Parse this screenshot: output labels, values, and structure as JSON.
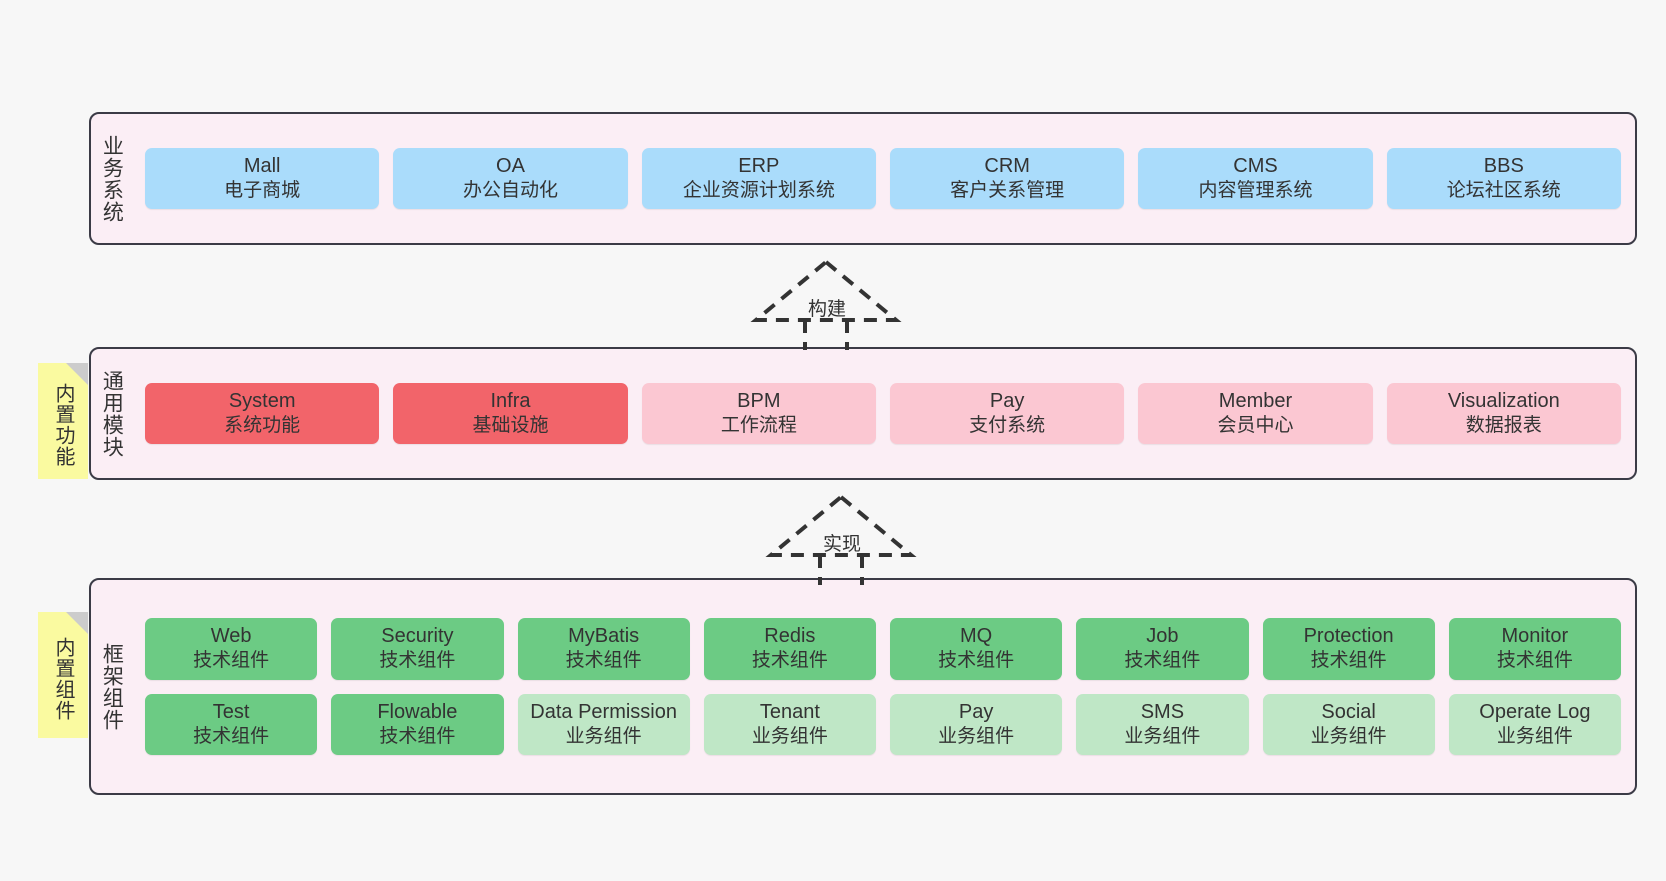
{
  "diagram": {
    "background": "#f7f7f7",
    "layer_fill": "#fbeef5",
    "layer_border": "#3b3b46",
    "note_fill": "#fafaa0"
  },
  "layers": [
    {
      "id": "business",
      "title": "业务系统",
      "note": null,
      "rows": [
        {
          "cards": [
            {
              "en": "Mall",
              "cn": "电子商城",
              "color": "#aadcfb",
              "style": "blue"
            },
            {
              "en": "OA",
              "cn": "办公自动化",
              "color": "#aadcfb",
              "style": "blue"
            },
            {
              "en": "ERP",
              "cn": "企业资源计划系统",
              "color": "#aadcfb",
              "style": "blue"
            },
            {
              "en": "CRM",
              "cn": "客户关系管理",
              "color": "#aadcfb",
              "style": "blue"
            },
            {
              "en": "CMS",
              "cn": "内容管理系统",
              "color": "#aadcfb",
              "style": "blue"
            },
            {
              "en": "BBS",
              "cn": "论坛社区系统",
              "color": "#aadcfb",
              "style": "blue"
            }
          ]
        }
      ]
    },
    {
      "id": "common-modules",
      "title": "通用模块",
      "note": "内置功能",
      "rows": [
        {
          "cards": [
            {
              "en": "System",
              "cn": "系统功能",
              "color": "#f2646a",
              "style": "red"
            },
            {
              "en": "Infra",
              "cn": "基础设施",
              "color": "#f2646a",
              "style": "red"
            },
            {
              "en": "BPM",
              "cn": "工作流程",
              "color": "#fbc7d2",
              "style": "pink"
            },
            {
              "en": "Pay",
              "cn": "支付系统",
              "color": "#fbc7d2",
              "style": "pink"
            },
            {
              "en": "Member",
              "cn": "会员中心",
              "color": "#fbc7d2",
              "style": "pink"
            },
            {
              "en": "Visualization",
              "cn": "数据报表",
              "color": "#fbc7d2",
              "style": "pink"
            }
          ]
        }
      ]
    },
    {
      "id": "framework-components",
      "title": "框架组件",
      "note": "内置组件",
      "rows": [
        {
          "cards": [
            {
              "en": "Web",
              "cn": "技术组件",
              "color": "#6ccb84",
              "style": "green"
            },
            {
              "en": "Security",
              "cn": "技术组件",
              "color": "#6ccb84",
              "style": "green"
            },
            {
              "en": "MyBatis",
              "cn": "技术组件",
              "color": "#6ccb84",
              "style": "green"
            },
            {
              "en": "Redis",
              "cn": "技术组件",
              "color": "#6ccb84",
              "style": "green"
            },
            {
              "en": "MQ",
              "cn": "技术组件",
              "color": "#6ccb84",
              "style": "green"
            },
            {
              "en": "Job",
              "cn": "技术组件",
              "color": "#6ccb84",
              "style": "green"
            },
            {
              "en": "Protection",
              "cn": "技术组件",
              "color": "#6ccb84",
              "style": "green"
            },
            {
              "en": "Monitor",
              "cn": "技术组件",
              "color": "#6ccb84",
              "style": "green"
            }
          ]
        },
        {
          "cards": [
            {
              "en": "Test",
              "cn": "技术组件",
              "color": "#6ccb84",
              "style": "green"
            },
            {
              "en": "Flowable",
              "cn": "技术组件",
              "color": "#6ccb84",
              "style": "green"
            },
            {
              "en": "Data Permission",
              "cn": "业务组件",
              "color": "#bfe7c6",
              "style": "lightgreen"
            },
            {
              "en": "Tenant",
              "cn": "业务组件",
              "color": "#bfe7c6",
              "style": "lightgreen"
            },
            {
              "en": "Pay",
              "cn": "业务组件",
              "color": "#bfe7c6",
              "style": "lightgreen"
            },
            {
              "en": "SMS",
              "cn": "业务组件",
              "color": "#bfe7c6",
              "style": "lightgreen"
            },
            {
              "en": "Social",
              "cn": "业务组件",
              "color": "#bfe7c6",
              "style": "lightgreen"
            },
            {
              "en": "Operate Log",
              "cn": "业务组件",
              "color": "#bfe7c6",
              "style": "lightgreen"
            }
          ]
        }
      ]
    }
  ],
  "connectors": [
    {
      "id": "build",
      "label": "构建"
    },
    {
      "id": "implement",
      "label": "实现"
    }
  ]
}
